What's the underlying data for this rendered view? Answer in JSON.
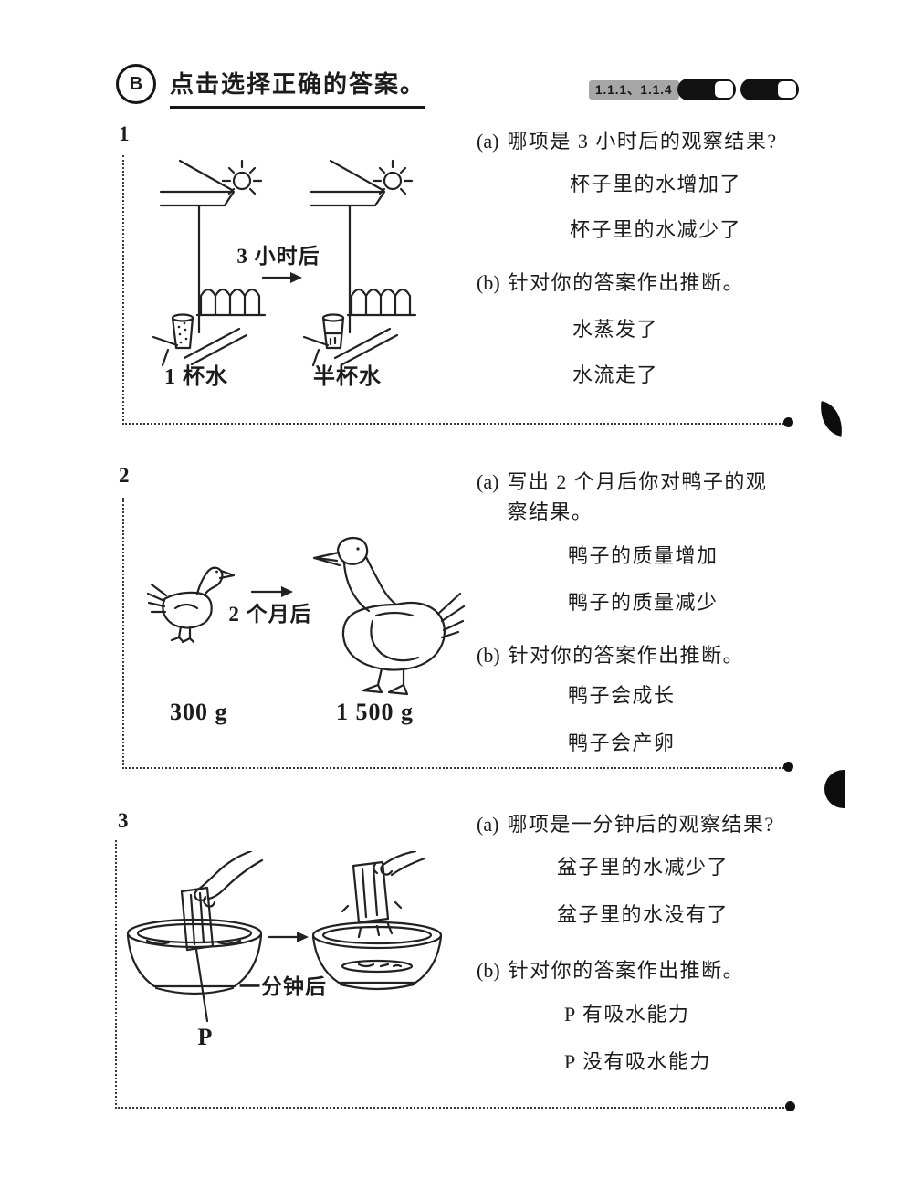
{
  "header": {
    "section_badge": "B",
    "title": "点击选择正确的答案。",
    "standards_badge": "1.1.1、1.1.4"
  },
  "questions": [
    {
      "number": "1",
      "illustration": {
        "transition_label": "3 小时后",
        "before_label": "1 杯水",
        "after_label": "半杯水"
      },
      "a": {
        "prefix": "(a)",
        "prompt": "哪项是 3 小时后的观察结果?",
        "options": [
          "杯子里的水增加了",
          "杯子里的水减少了"
        ]
      },
      "b": {
        "prefix": "(b)",
        "prompt": "针对你的答案作出推断。",
        "options": [
          "水蒸发了",
          "水流走了"
        ]
      }
    },
    {
      "number": "2",
      "illustration": {
        "transition_label": "2 个月后",
        "before_label": "300 g",
        "after_label": "1 500 g"
      },
      "a": {
        "prefix": "(a)",
        "prompt": "写出 2 个月后你对鸭子的观察结果。",
        "options": [
          "鸭子的质量增加",
          "鸭子的质量减少"
        ]
      },
      "b": {
        "prefix": "(b)",
        "prompt": "针对你的答案作出推断。",
        "options": [
          "鸭子会成长",
          "鸭子会产卵"
        ]
      }
    },
    {
      "number": "3",
      "illustration": {
        "transition_label": "一分钟后",
        "object_label": "P"
      },
      "a": {
        "prefix": "(a)",
        "prompt": "哪项是一分钟后的观察结果?",
        "options": [
          "盆子里的水减少了",
          "盆子里的水没有了"
        ]
      },
      "b": {
        "prefix": "(b)",
        "prompt": "针对你的答案作出推断。",
        "options": [
          "P 有吸水能力",
          "P 没有吸水能力"
        ]
      }
    }
  ],
  "colors": {
    "ink": "#1c1c1c",
    "badge_gray": "#a6a6a6",
    "badge_dark": "#121212"
  }
}
